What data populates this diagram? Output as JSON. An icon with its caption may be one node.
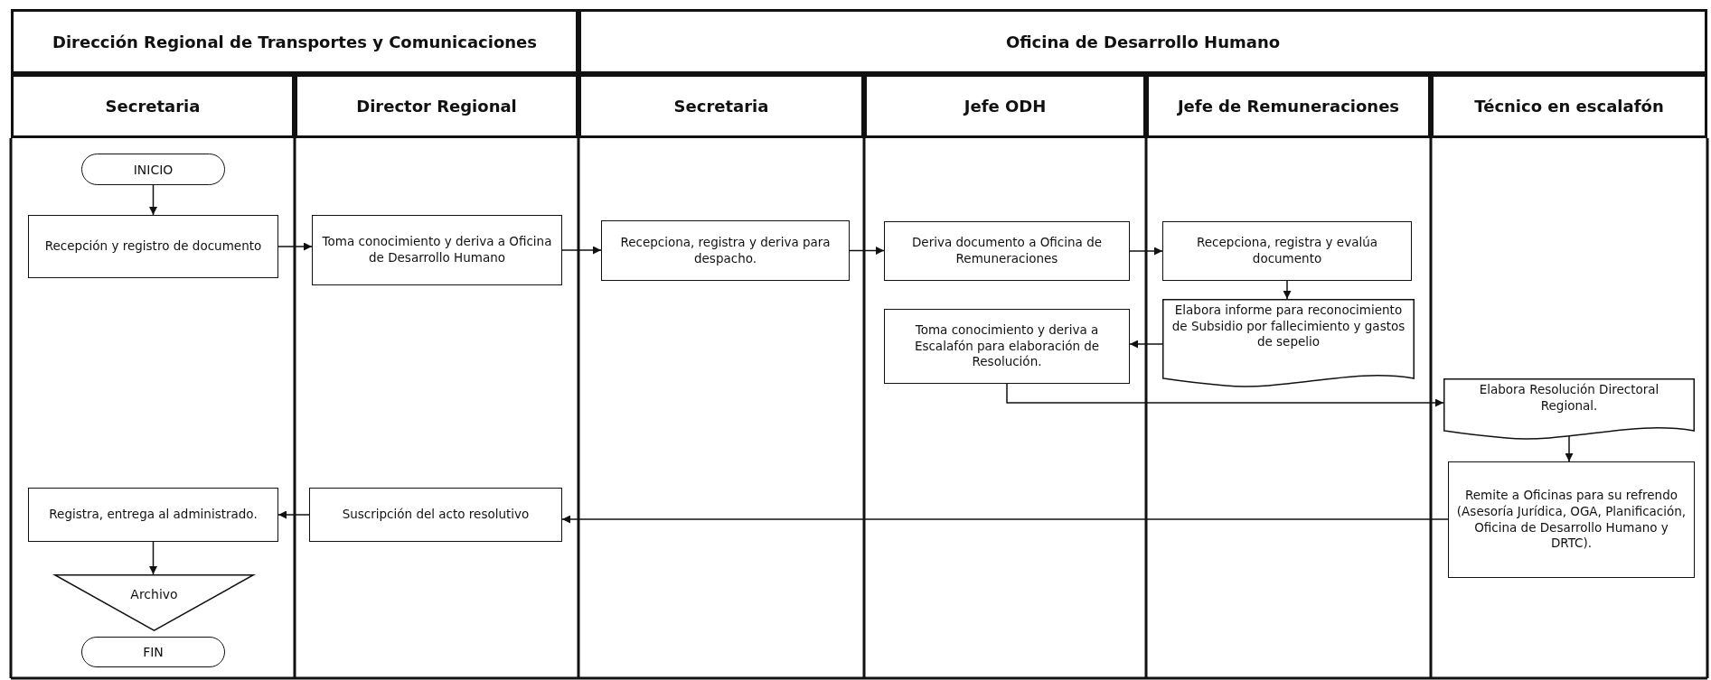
{
  "diagram": {
    "nodes": [
      {
        "text": [
          "Dirección Regional de Transportes y Comunicaciones"
        ]
      },
      {
        "text": [
          "Oficina de Desarrollo Humano"
        ]
      },
      {
        "text": [
          "Secretaria"
        ]
      },
      {
        "text": [
          "Director Regional"
        ]
      },
      {
        "text": [
          "Secretaria"
        ]
      },
      {
        "text": [
          "Jefe ODH"
        ]
      },
      {
        "text": [
          "Jefe de Remuneraciones"
        ]
      },
      {
        "text": [
          "Técnico en escalafón"
        ]
      },
      {
        "text": [
          "INICIO"
        ]
      },
      {
        "text": [
          "Recepción y registro de documento"
        ]
      },
      {
        "text": [
          "Toma conocimiento y deriva a Oficina de Desarrollo Humano"
        ]
      },
      {
        "text": [
          "Recepciona, registra y deriva para despacho."
        ]
      },
      {
        "text": [
          "Deriva documento a Oficina de Remuneraciones"
        ]
      },
      {
        "text": [
          "Recepciona, registra y evalúa documento"
        ]
      },
      {
        "text": [
          "Elabora informe para reconocimiento de Subsidio por fallecimiento y gastos de sepelio"
        ]
      },
      {
        "text": [
          "Toma conocimiento y deriva a Escalafón para elaboración de Resolución."
        ]
      },
      {
        "text": [
          "Elabora Resolución Directoral Regional."
        ]
      },
      {
        "text": [
          "Remite a Oficinas para su refrendo (Asesoría Jurídica, OGA, Planificación, Oficina de Desarrollo Humano y DRTC)."
        ]
      },
      {
        "text": [
          "Suscripción del acto resolutivo"
        ]
      },
      {
        "text": [
          "Registra, entrega al administrado."
        ]
      },
      {
        "text": [
          "Archivo"
        ]
      },
      {
        "text": [
          "FIN"
        ]
      }
    ],
    "edges": [
      {
        "from": 8,
        "to": 9,
        "arrow": "to"
      },
      {
        "from": 9,
        "to": 10,
        "arrow": "to"
      },
      {
        "from": 10,
        "to": 11,
        "arrow": "to"
      },
      {
        "from": 11,
        "to": 12,
        "arrow": "to"
      },
      {
        "from": 12,
        "to": 13,
        "arrow": "to"
      },
      {
        "from": 13,
        "to": 14,
        "arrow": "to"
      },
      {
        "from": 14,
        "to": 15,
        "arrow": "to"
      },
      {
        "from": 15,
        "to": 16,
        "arrow": "to"
      },
      {
        "from": 16,
        "to": 17,
        "arrow": "to"
      },
      {
        "from": 17,
        "to": 18,
        "arrow": "to"
      },
      {
        "from": 18,
        "to": 19,
        "arrow": "to"
      },
      {
        "from": 19,
        "to": 20,
        "arrow": "to"
      }
    ]
  }
}
